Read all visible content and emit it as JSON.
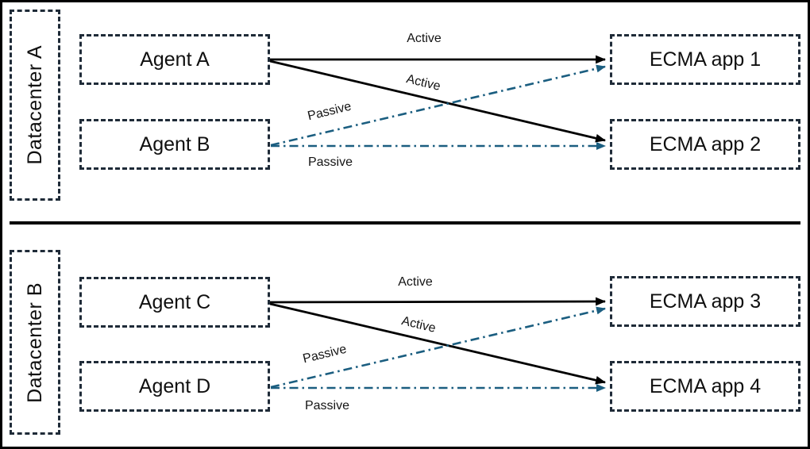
{
  "colors": {
    "active_link": "#000000",
    "passive_link": "#1b5e80",
    "box_border": "#1f2b38",
    "background": "#ffffff"
  },
  "sections": [
    {
      "datacenter": "Datacenter A",
      "agents": [
        {
          "label": "Agent A"
        },
        {
          "label": "Agent B"
        }
      ],
      "apps": [
        {
          "label": "ECMA app 1"
        },
        {
          "label": "ECMA app 2"
        }
      ],
      "links": [
        {
          "from": "Agent A",
          "to": "ECMA app 1",
          "mode": "Active",
          "style": "solid"
        },
        {
          "from": "Agent A",
          "to": "ECMA app 2",
          "mode": "Active",
          "style": "solid"
        },
        {
          "from": "Agent B",
          "to": "ECMA app 1",
          "mode": "Passive",
          "style": "dash-dot"
        },
        {
          "from": "Agent B",
          "to": "ECMA app 2",
          "mode": "Passive",
          "style": "dash-dot"
        }
      ]
    },
    {
      "datacenter": "Datacenter B",
      "agents": [
        {
          "label": "Agent C"
        },
        {
          "label": "Agent D"
        }
      ],
      "apps": [
        {
          "label": "ECMA app 3"
        },
        {
          "label": "ECMA app 4"
        }
      ],
      "links": [
        {
          "from": "Agent C",
          "to": "ECMA app 3",
          "mode": "Active",
          "style": "solid"
        },
        {
          "from": "Agent C",
          "to": "ECMA app 4",
          "mode": "Active",
          "style": "solid"
        },
        {
          "from": "Agent D",
          "to": "ECMA app 3",
          "mode": "Passive",
          "style": "dash-dot"
        },
        {
          "from": "Agent D",
          "to": "ECMA app 4",
          "mode": "Passive",
          "style": "dash-dot"
        }
      ]
    }
  ]
}
